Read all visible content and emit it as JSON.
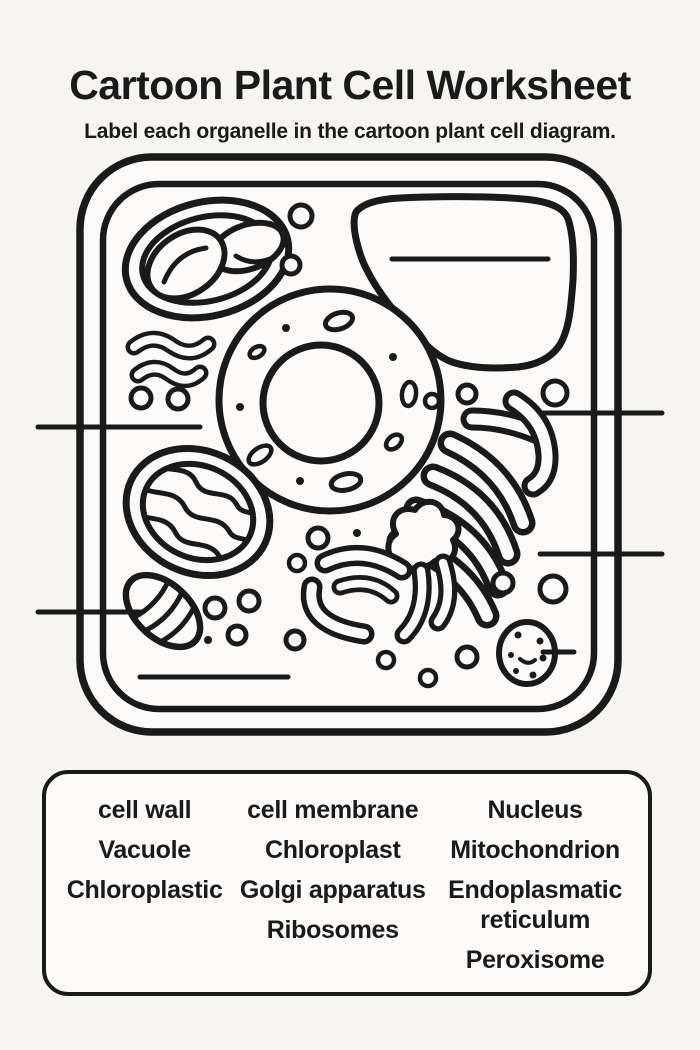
{
  "page": {
    "title": "Cartoon Plant Cell Worksheet",
    "subtitle": "Label each organelle in the cartoon plant cell diagram."
  },
  "wordbank": {
    "col1": [
      "cell wall",
      "Vacuole",
      "Chloroplastic"
    ],
    "col2": [
      "cell membrane",
      "Chloroplast",
      "Golgi apparatus",
      "Ribosomes"
    ],
    "col3": [
      "Nucleus",
      "Mitochondrion",
      "Endoplasmatic reticulum",
      "Peroxisome"
    ]
  },
  "colors": {
    "ink": "#1a1a1a",
    "paper": "#f6f5f2",
    "bright": "#fcfbf9"
  }
}
